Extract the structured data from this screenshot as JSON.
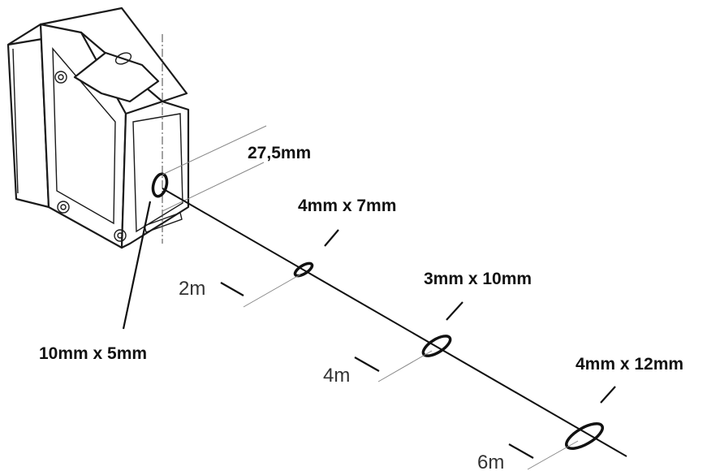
{
  "labels": {
    "offset": "27,5mm",
    "spot_0": "10mm x 5mm",
    "spot_2": "4mm x 7mm",
    "spot_4": "3mm x 10mm",
    "spot_6": "4mm x 12mm",
    "dist_2": "2m",
    "dist_4": "4m",
    "dist_6": "6m"
  }
}
